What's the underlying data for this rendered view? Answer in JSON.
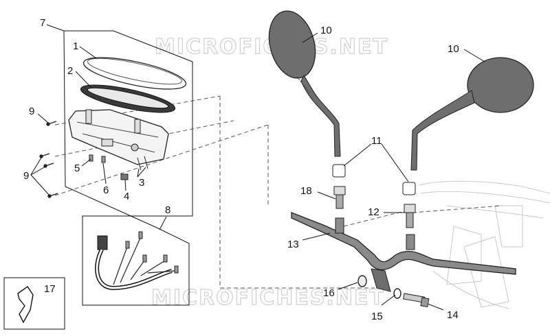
{
  "watermark": "MICROFICHES.NET",
  "colors": {
    "mirror_fill": "#6e6e6e",
    "bar_fill": "#8a8a8a",
    "line": "#222222",
    "ghost": "#c9c9c9"
  },
  "callouts": {
    "c1": "1",
    "c2": "2",
    "c3": "3",
    "c4": "4",
    "c5": "5",
    "c6": "6",
    "c7": "7",
    "c8": "8",
    "c9a": "9",
    "c9b": "9",
    "c10a": "10",
    "c10b": "10",
    "c11": "11",
    "c12": "12",
    "c13": "13",
    "c14": "14",
    "c15": "15",
    "c16": "16",
    "c17": "17",
    "c18": "18"
  }
}
